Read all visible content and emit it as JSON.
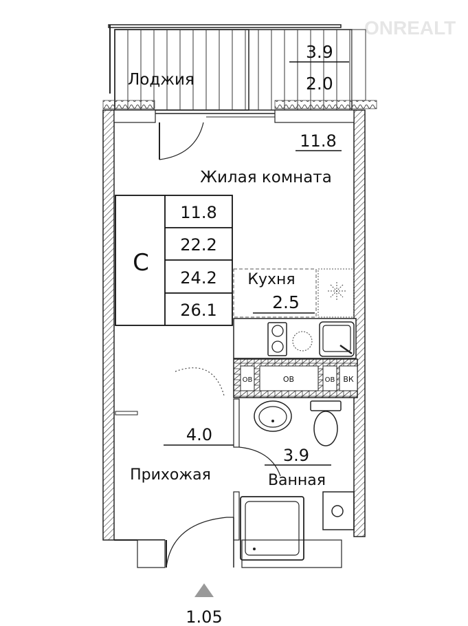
{
  "watermark": "ONREALT",
  "loggia": {
    "label": "Лоджия",
    "area_total": "3.9",
    "area_reduced": "2.0"
  },
  "living_room": {
    "label": "Жилая комната",
    "area": "11.8"
  },
  "area_table": {
    "class_letter": "C",
    "values": [
      "11.8",
      "22.2",
      "24.2",
      "26.1"
    ]
  },
  "kitchen": {
    "label": "Кухня",
    "area": "2.5"
  },
  "shafts": {
    "labels": [
      "ОВ",
      "ОВ",
      "ОВ",
      "ВК"
    ]
  },
  "hallway": {
    "label": "Прихожая",
    "area": "4.0"
  },
  "bathroom": {
    "label": "Ванная",
    "area": "3.9"
  },
  "entrance": {
    "ceiling_height": "1.05"
  }
}
